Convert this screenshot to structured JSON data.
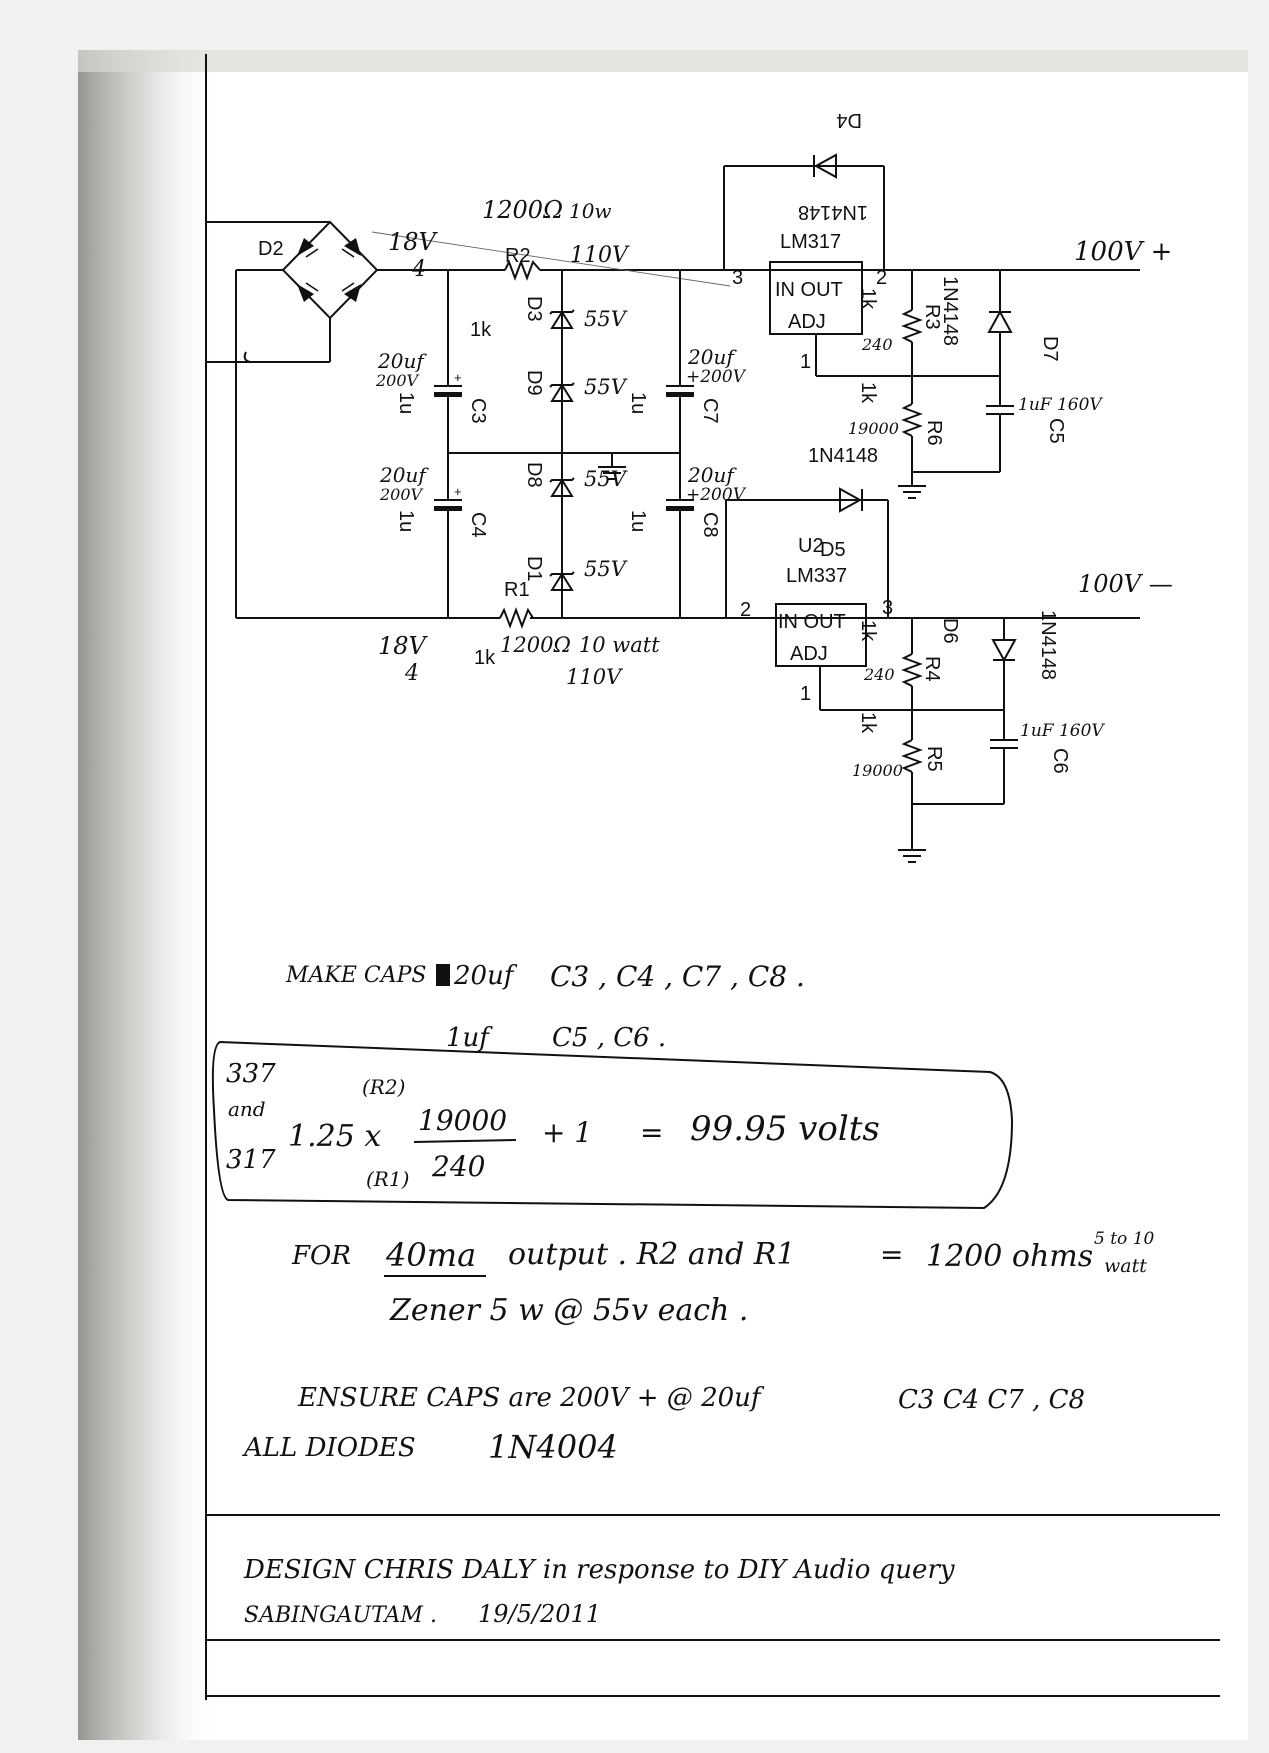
{
  "colors": {
    "paper": "#ffffff",
    "ink": "#111111",
    "scan_shadow": "#c9c9c5",
    "background": "#f1f1ef"
  },
  "schematic": {
    "bridge": {
      "ref": "D2"
    },
    "transformer_top": {
      "v1": "18",
      "v1_unit": "V",
      "correction": "4"
    },
    "transformer_bottom": {
      "v1": "18",
      "v1_unit": "V",
      "correction": "4"
    },
    "r2": {
      "note_value": "1200",
      "note_unit": "Ω",
      "note_power": "10w",
      "ref": "R2",
      "voltage": "110V",
      "value": "1k"
    },
    "r1": {
      "ref": "R1",
      "value": "1k",
      "note_value": "1200",
      "note_unit": "Ω",
      "note_power": "10 watt",
      "voltage": "110V"
    },
    "zeners": [
      {
        "ref": "D3",
        "voltage": "55V"
      },
      {
        "ref": "D9",
        "voltage": "55V"
      },
      {
        "ref": "D8",
        "voltage": "55V"
      },
      {
        "ref": "D1",
        "voltage": "55V"
      }
    ],
    "c3": {
      "ref": "C3",
      "value": "1u",
      "note_value": "20uf",
      "note_voltage": "200V"
    },
    "c4": {
      "ref": "C4",
      "value": "1u",
      "note_value": "20uf",
      "note_voltage": "200V"
    },
    "c7": {
      "ref": "C7",
      "value": "1u",
      "note_value": "20uf",
      "note_voltage": "+200V"
    },
    "c8": {
      "ref": "C8",
      "value": "1u",
      "note_value": "20uf",
      "note_voltage": "+200V"
    },
    "c5": {
      "ref": "C5",
      "note": "1uF 160V"
    },
    "c6": {
      "ref": "C6",
      "note": "1uF 160V"
    },
    "u1": {
      "part": "LM317",
      "pin_in_out": "IN OUT",
      "pin_adj": "ADJ",
      "pin_in": "3",
      "pin_out": "2",
      "pin_adj_num": "1"
    },
    "u2": {
      "ref": "U2",
      "part": "LM337",
      "pin_in_out": "IN OUT",
      "pin_adj": "ADJ",
      "pin_in": "2",
      "pin_out": "3",
      "pin_adj_num": "1"
    },
    "d4": {
      "ref": "D4",
      "part": "1N4148"
    },
    "d5": {
      "ref": "D5"
    },
    "d6": {
      "ref": "D6",
      "part": "1N4148"
    },
    "d7": {
      "ref": "D7",
      "part": "1N4148"
    },
    "d_mid_part": "1N4148",
    "r3": {
      "ref": "R3",
      "value": "1k",
      "note": "240"
    },
    "r6": {
      "ref": "R6",
      "value": "1k",
      "note": "19000"
    },
    "r4": {
      "ref": "R4",
      "value": "1k",
      "note": "240"
    },
    "r5": {
      "ref": "R5",
      "value": "1k",
      "note": "19000"
    },
    "out_pos": "100V +",
    "out_neg": "100V —"
  },
  "notes": {
    "caps_line1_a": "MAKE CAPS",
    "caps_line1_b": "20uf",
    "caps_line1_c": "C3 , C4 , C7 , C8 .",
    "caps_line2_a": "1uf",
    "caps_line2_b": "C5 , C6 .",
    "formula_left1": "337",
    "formula_left2": "and",
    "formula_left3": "317",
    "formula_factor": "1.25 x",
    "formula_r2": "(R2)",
    "formula_r1": "(R1)",
    "formula_num": "19000",
    "formula_den": "240",
    "formula_plus": "+ 1",
    "formula_eq": "=",
    "formula_result": "99.95 volts",
    "for_label": "FOR",
    "for_current": "40ma",
    "for_rest": "output . R2 and R1",
    "for_eq": "=",
    "for_value": "1200 ohms",
    "for_watt1": "5 to 10",
    "for_watt2": "watt",
    "zener_note": "Zener 5 w @ 55v each .",
    "ensure_note": "ENSURE CAPS are 200V + @ 20uf",
    "ensure_caps": "C3 C4 C7 , C8",
    "diodes_note": "ALL DIODES",
    "diodes_part": "1N4004",
    "credit1": "DESIGN CHRIS DALY in response to DIY Audio query",
    "credit2_name": "SABINGAUTAM .",
    "credit2_date": "19/5/2011"
  }
}
